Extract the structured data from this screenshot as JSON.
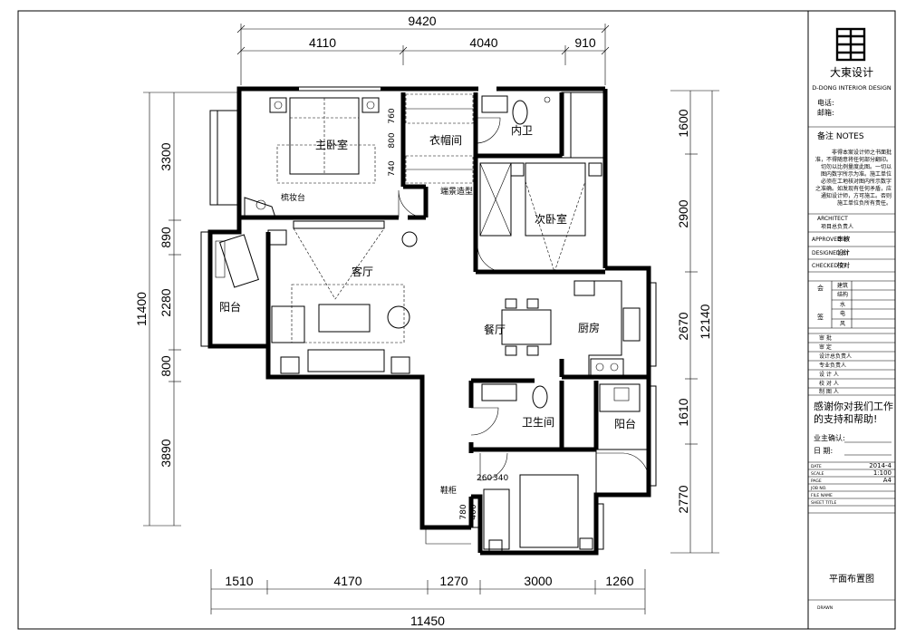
{
  "dims_top": {
    "total": "9420",
    "a": "4110",
    "b": "4040",
    "c": "910"
  },
  "dims_bottom": {
    "total": "11450",
    "a": "1510",
    "b": "4170",
    "c": "1270",
    "d": "3000",
    "e": "1260"
  },
  "dims_left": {
    "total": "11400",
    "a": "3300",
    "b": "890",
    "c": "2280",
    "d": "800",
    "e": "3890"
  },
  "dims_right": {
    "total": "12140",
    "a": "1600",
    "b": "2900",
    "c": "2670",
    "d": "1610",
    "e": "2770"
  },
  "rooms": {
    "master_bedroom": "主卧室",
    "dressing": "衣帽间",
    "en_suite": "内卫",
    "second_bedroom": "次卧室",
    "living": "客厅",
    "balcony_left": "阳台",
    "dining": "餐厅",
    "kitchen": "厨房",
    "bathroom": "卫生间",
    "balcony_right": "阳台",
    "vanity": "梳妆台",
    "entry_feature": "端景造型",
    "shoe_cabinet": "鞋柜"
  },
  "small_dims": {
    "d760": "760",
    "d800": "800",
    "d740": "740",
    "d260": "260",
    "d340": "340",
    "d780": "780",
    "d400": "400"
  },
  "title_block": {
    "company_cn": "大東设计",
    "company_en": "D-DONG INTERIOR DESIGN",
    "tel": "电话:",
    "email": "邮箱:",
    "notes_label": "备注 NOTES",
    "notes_text": [
      "非得本案设计师之书面批",
      "准，不得随意将任何部分翻印。",
      "切勿以比例量度此图。一切以",
      "图内数字所示为准。施工单位",
      "必须在工地核对图内所示数字",
      "之准确。如发现有任何矛盾，应",
      "通知设计师，方可施工。否则",
      "施工单位负所有责任。"
    ],
    "architect": "ARCHITECT",
    "project_lead": "项目总负责人",
    "approved_en": "APPROVED BY",
    "approved_cn": "审核",
    "designed_en": "DESIGNED BY",
    "designed_cn": "设计",
    "checked_en": "CHECKED BY",
    "checked_cn": "校对",
    "hui": "会",
    "qian": "签",
    "disciplines": [
      "建筑",
      "结构",
      "水",
      "电",
      "风"
    ],
    "sign_rows": [
      "审    批",
      "审    定",
      "设计总负责人",
      "专业负责人",
      "设 计 人",
      "校 对 人",
      "制 图 人"
    ],
    "thanks1": "感谢你对我们工作",
    "thanks2": "的支持和帮助!",
    "owner": "业主确认:",
    "date_label": "日    期:",
    "meta_labels": [
      "DATE",
      "SCALE",
      "PAGE",
      "JOB NO.",
      "FILE NAME",
      "SHEET TITLE"
    ],
    "meta_values": [
      "2014-4",
      "1:100",
      "A4"
    ],
    "sheet_title": "平面布置图",
    "drawn": "DRAWN"
  }
}
